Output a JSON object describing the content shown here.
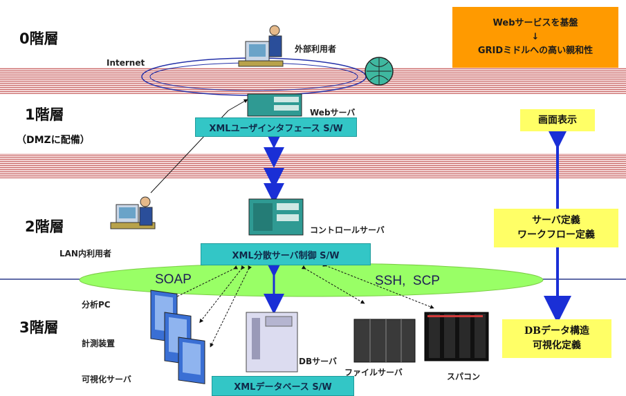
{
  "layers": {
    "layer0": "0階層",
    "layer1": "1階層",
    "layer1_note": "（DMZに配備）",
    "layer2": "2階層",
    "layer3": "3階層"
  },
  "labels": {
    "internet": "Internet",
    "external_user": "外部利用者",
    "web_server": "Webサーバ",
    "control_server": "コントロールサーバ",
    "lan_user": "LAN内利用者",
    "analysis_pc": "分析PC",
    "measurement": "計測装置",
    "viz_server": "可視化サーバ",
    "db_server": "DBサーバ",
    "file_server": "ファイルサーバ",
    "supercomputer": "スパコン",
    "soap": "SOAP",
    "ssh_scp": "SSH,  SCP"
  },
  "boxes": {
    "xml_ui": "XMLユーザインタフェース S/W",
    "xml_dist": "XML分散サーバ制御  S/W",
    "xml_db": "XMLデータベース S/W"
  },
  "callouts": {
    "web_services_line1": "Webサービスを基盤",
    "web_services_arrow": "↓",
    "web_services_line2": "GRIDミドルへの高い親和性",
    "screen_display": "画面表示",
    "server_def_line1": "サーバ定義",
    "server_def_line2": "ワークフロー定義",
    "db_struct_line1": "DBデータ構造",
    "db_struct_line2": "可視化定義"
  },
  "colors": {
    "band": "#f3d6d6",
    "cyan": "#33c6c6",
    "yellow": "#ffff66",
    "orange": "#ff9a00",
    "green_ellipse": "#99ff66",
    "arrow_blue": "#1a2fd6"
  }
}
